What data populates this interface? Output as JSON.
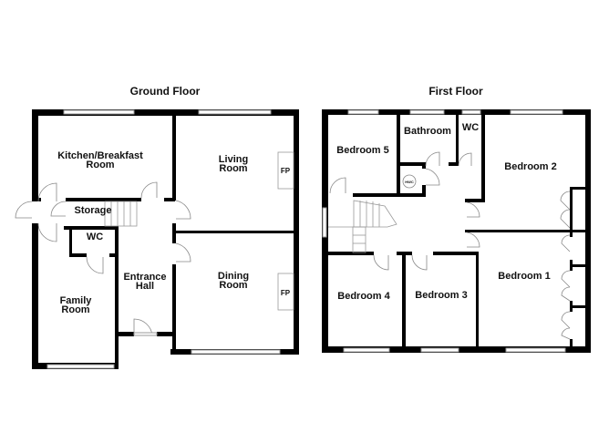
{
  "ground_floor": {
    "title": "Ground Floor",
    "rooms": {
      "kitchen_1": "Kitchen/Breakfast",
      "kitchen_2": "Room",
      "living_1": "Living",
      "living_2": "Room",
      "storage": "Storage",
      "wc": "WC",
      "hall_1": "Entrance",
      "hall_2": "Hall",
      "dining_1": "Dining",
      "dining_2": "Room",
      "family_1": "Family",
      "family_2": "Room",
      "fp_living": "FP",
      "fp_dining": "FP"
    }
  },
  "first_floor": {
    "title": "First Floor",
    "rooms": {
      "bedroom5": "Bedroom 5",
      "bathroom": "Bathroom",
      "wc": "WC",
      "hwc": "HWC",
      "bedroom2": "Bedroom 2",
      "bedroom1": "Bedroom 1",
      "bedroom4": "Bedroom 4",
      "bedroom3": "Bedroom 3"
    }
  }
}
